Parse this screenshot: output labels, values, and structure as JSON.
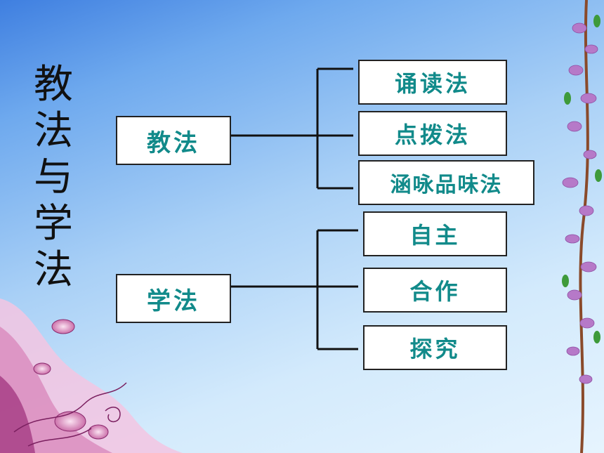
{
  "title_chars": [
    "教",
    "法",
    "与",
    "学",
    "法"
  ],
  "teaching": {
    "label": "教法",
    "methods": [
      "诵读法",
      "点拨法",
      "涵咏品味法"
    ]
  },
  "learning": {
    "label": "学法",
    "methods": [
      "自主",
      "合作",
      "探究"
    ]
  },
  "colors": {
    "box_text": "#118a8a",
    "box_border": "#222222",
    "background_top": "#3f7fe0",
    "background_bottom": "#e6f4fe"
  }
}
